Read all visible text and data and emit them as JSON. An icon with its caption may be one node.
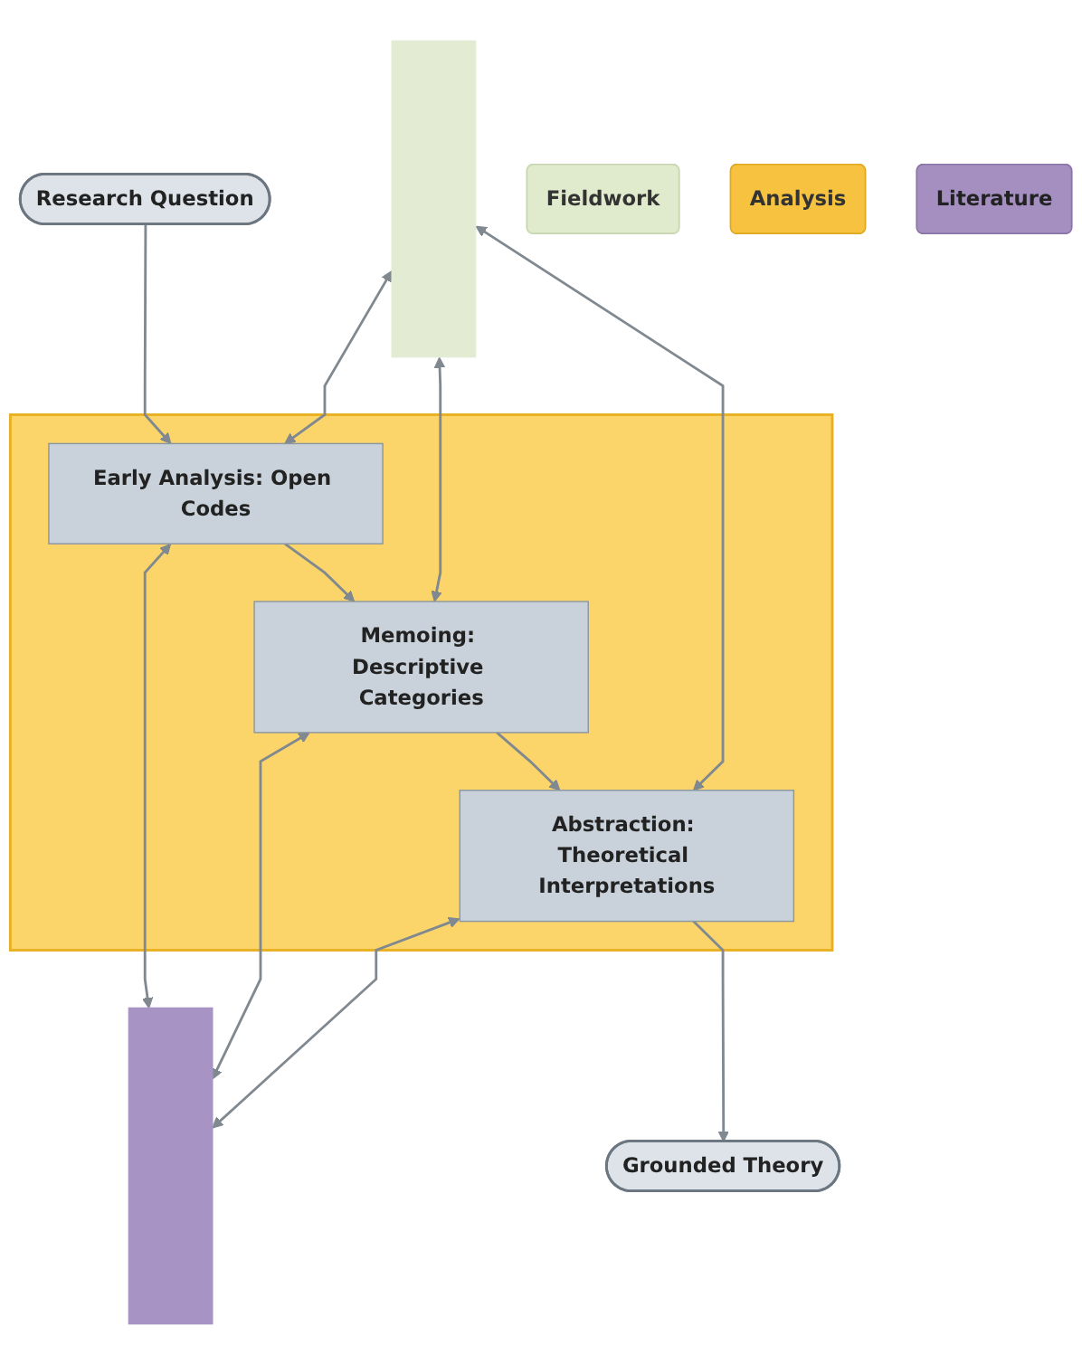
{
  "diagram": {
    "nodes": [
      {
        "text": [
          "Research Question"
        ]
      },
      {
        "text": [],
        "shape": "box"
      },
      {
        "text": [],
        "shape": "box"
      },
      {
        "text": [
          "Early Analysis: Open Codes"
        ],
        "in": 2
      },
      {
        "text": [
          "Memoing: Descriptive Categories"
        ],
        "in": 2
      },
      {
        "text": [
          "Abstraction: Theoretical Interpretations"
        ],
        "in": 2
      },
      {
        "text": [],
        "shape": "box"
      },
      {
        "text": [
          "Fieldwork"
        ]
      },
      {
        "text": [
          "Analysis"
        ]
      },
      {
        "text": [
          "Literature"
        ]
      },
      {
        "text": [
          "Grounded Theory"
        ]
      }
    ],
    "edges": [
      {
        "from": 0,
        "to": 3,
        "arrow": "to"
      },
      {
        "from": 1,
        "to": 3,
        "arrow": "both"
      },
      {
        "from": 3,
        "to": 6,
        "arrow": "both"
      },
      {
        "from": 3,
        "to": 4,
        "arrow": "to"
      },
      {
        "from": 1,
        "to": 4,
        "arrow": "both"
      },
      {
        "from": 4,
        "to": 6,
        "arrow": "both"
      },
      {
        "from": 4,
        "to": 5,
        "arrow": "to"
      },
      {
        "from": 1,
        "to": 5,
        "arrow": "both"
      },
      {
        "from": 5,
        "to": 6,
        "arrow": "both"
      },
      {
        "from": 5,
        "to": 10,
        "arrow": "to"
      }
    ]
  }
}
